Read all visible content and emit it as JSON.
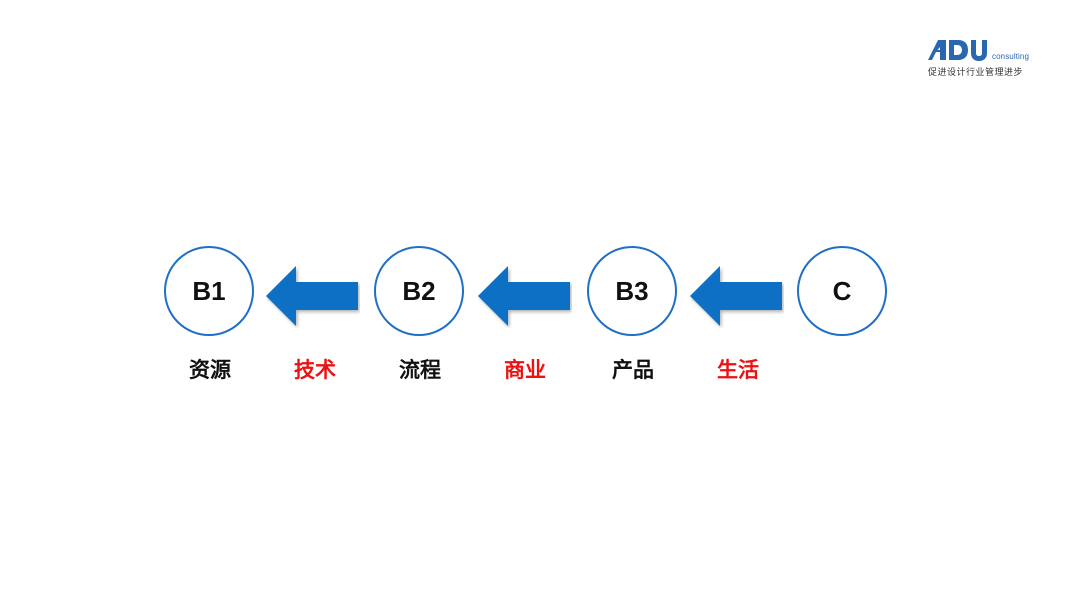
{
  "logo": {
    "mark": "ADU",
    "consulting": "consulting",
    "tagline": "促进设计行业管理进步",
    "mark_color": "#2a67b1"
  },
  "nodes": [
    {
      "label": "B1"
    },
    {
      "label": "B2"
    },
    {
      "label": "B3"
    },
    {
      "label": "C"
    }
  ],
  "arrows": [
    {
      "direction": "left",
      "color": "#0b6fc4"
    },
    {
      "direction": "left",
      "color": "#0b6fc4"
    },
    {
      "direction": "left",
      "color": "#0b6fc4"
    }
  ],
  "labels": [
    {
      "text": "资源",
      "color": "black"
    },
    {
      "text": "技术",
      "color": "red"
    },
    {
      "text": "流程",
      "color": "black"
    },
    {
      "text": "商业",
      "color": "red"
    },
    {
      "text": "产品",
      "color": "black"
    },
    {
      "text": "生活",
      "color": "red"
    }
  ],
  "colors": {
    "circle_border": "#1f6fc7",
    "arrow": "#0b6fc4",
    "red_label": "#ee1111"
  }
}
